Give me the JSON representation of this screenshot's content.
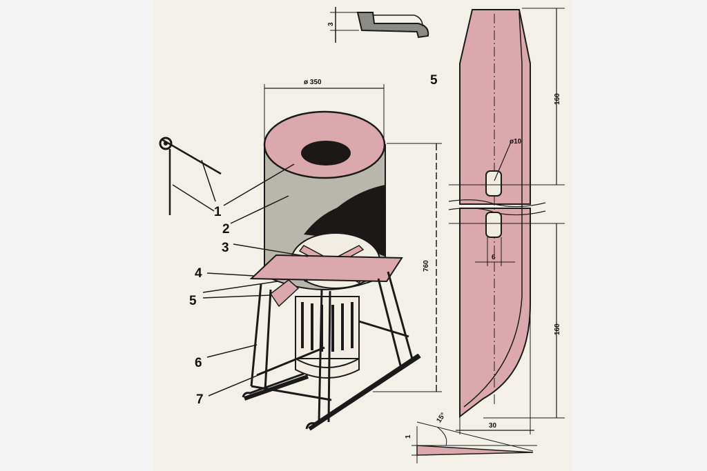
{
  "drawing": {
    "part_labels": [
      "1",
      "2",
      "3",
      "4",
      "5",
      "6",
      "7"
    ],
    "sheet_number": "5",
    "dimensions": {
      "diameter_top": "ø 350",
      "height_760": "760",
      "blade_upper_160": "160",
      "blade_lower_160": "160",
      "hole_d10": "ø10",
      "slot_6": "6",
      "blade_width_30": "30",
      "bevel_angle": "15°",
      "edge_thickness": "1",
      "bracket_3": "3"
    }
  },
  "colors": {
    "pink": "#dba8ad",
    "gray_body": "#b9b6ae",
    "dark": "#1c1818",
    "line": "#1a1a1a",
    "paper": "#f3f0e9"
  }
}
